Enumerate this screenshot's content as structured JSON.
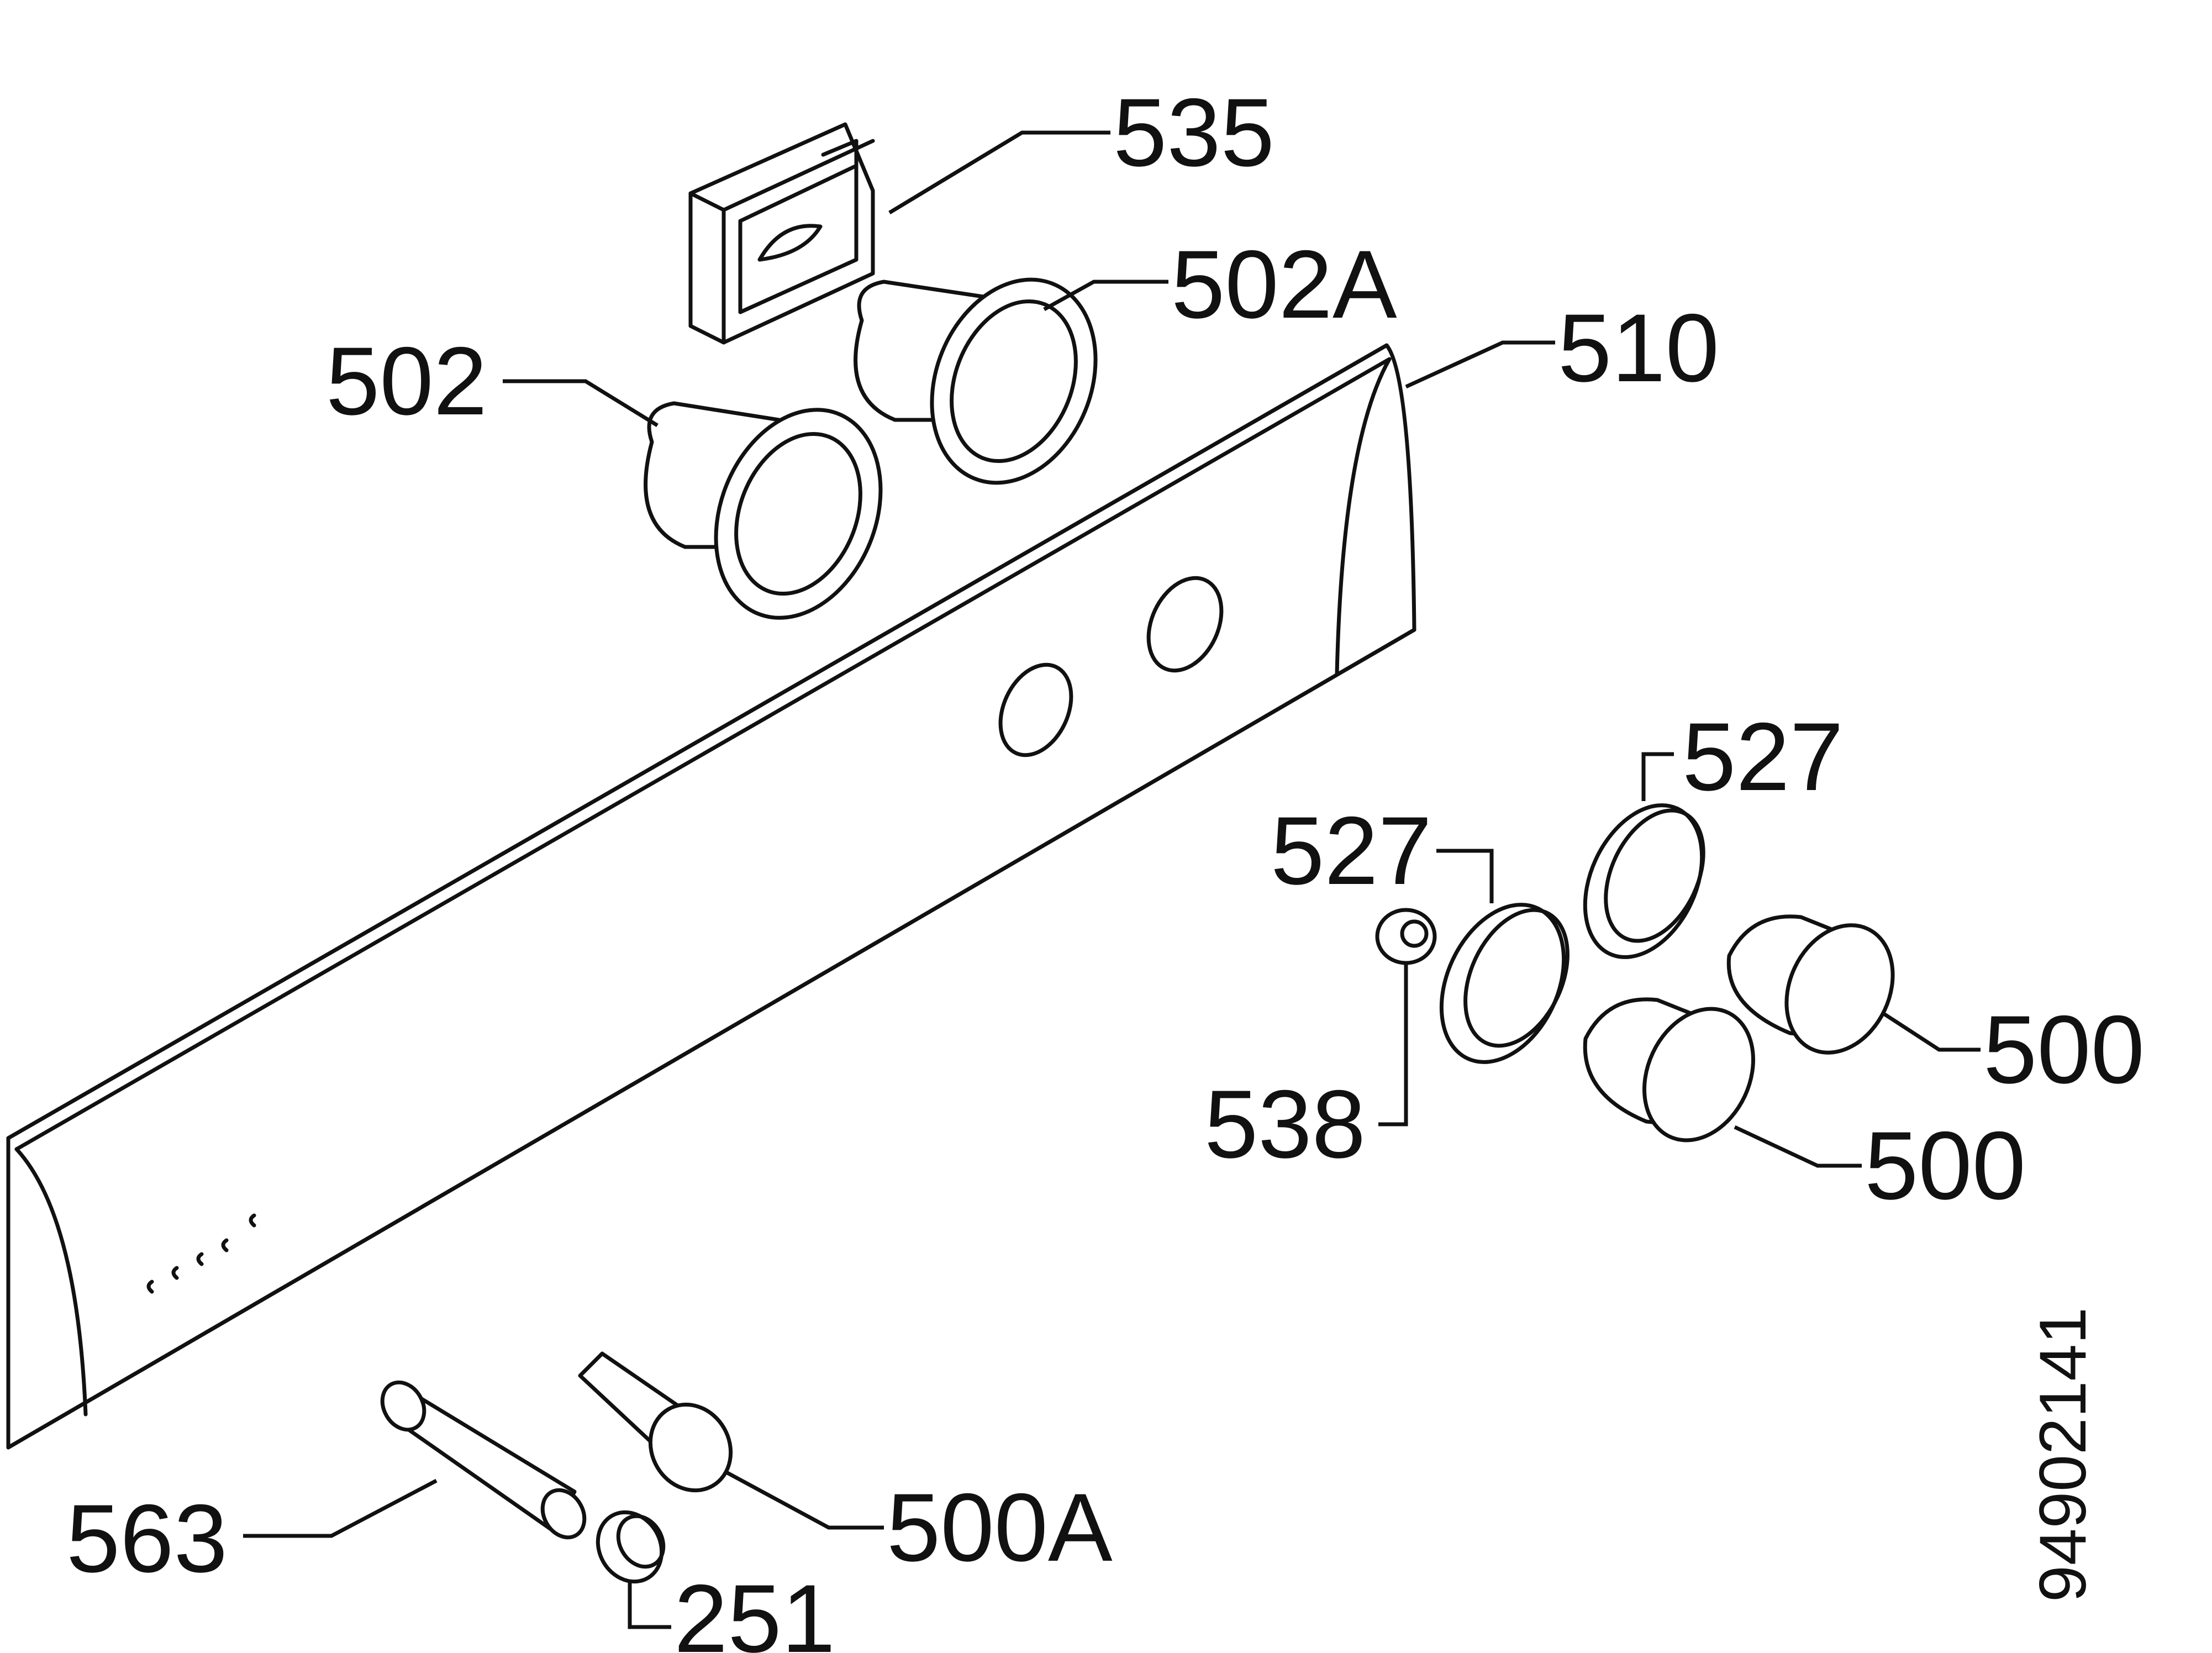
{
  "diagram": {
    "drawing_number": "94902141",
    "callouts": [
      {
        "id": "535",
        "text": "535"
      },
      {
        "id": "502A",
        "text": "502A"
      },
      {
        "id": "502",
        "text": "502"
      },
      {
        "id": "510",
        "text": "510"
      },
      {
        "id": "527a",
        "text": "527"
      },
      {
        "id": "527b",
        "text": "527"
      },
      {
        "id": "538",
        "text": "538"
      },
      {
        "id": "500a",
        "text": "500"
      },
      {
        "id": "500b",
        "text": "500"
      },
      {
        "id": "563",
        "text": "563"
      },
      {
        "id": "500A",
        "text": "500A"
      },
      {
        "id": "251",
        "text": "251"
      }
    ]
  }
}
